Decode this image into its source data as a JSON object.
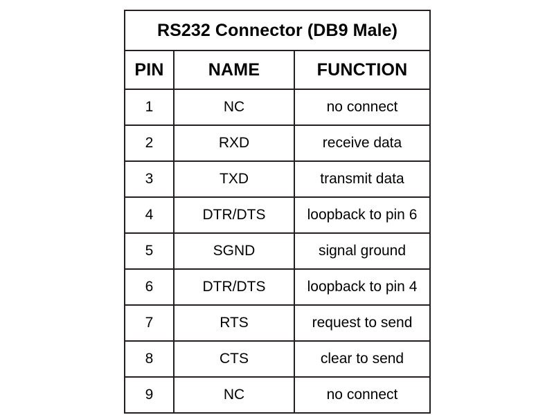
{
  "table": {
    "title": "RS232 Connector (DB9 Male)",
    "columns": [
      "PIN",
      "NAME",
      "FUNCTION"
    ],
    "rows": [
      {
        "pin": "1",
        "name": "NC",
        "function": "no connect"
      },
      {
        "pin": "2",
        "name": "RXD",
        "function": "receive data"
      },
      {
        "pin": "3",
        "name": "TXD",
        "function": "transmit data"
      },
      {
        "pin": "4",
        "name": "DTR/DTS",
        "function": "loopback to pin 6"
      },
      {
        "pin": "5",
        "name": "SGND",
        "function": "signal ground"
      },
      {
        "pin": "6",
        "name": "DTR/DTS",
        "function": "loopback to pin 4"
      },
      {
        "pin": "7",
        "name": "RTS",
        "function": "request to send"
      },
      {
        "pin": "8",
        "name": "CTS",
        "function": "clear to send"
      },
      {
        "pin": "9",
        "name": "NC",
        "function": "no connect"
      }
    ]
  },
  "colors": {
    "background": "#ffffff",
    "border": "#231f20",
    "text": "#000000"
  }
}
